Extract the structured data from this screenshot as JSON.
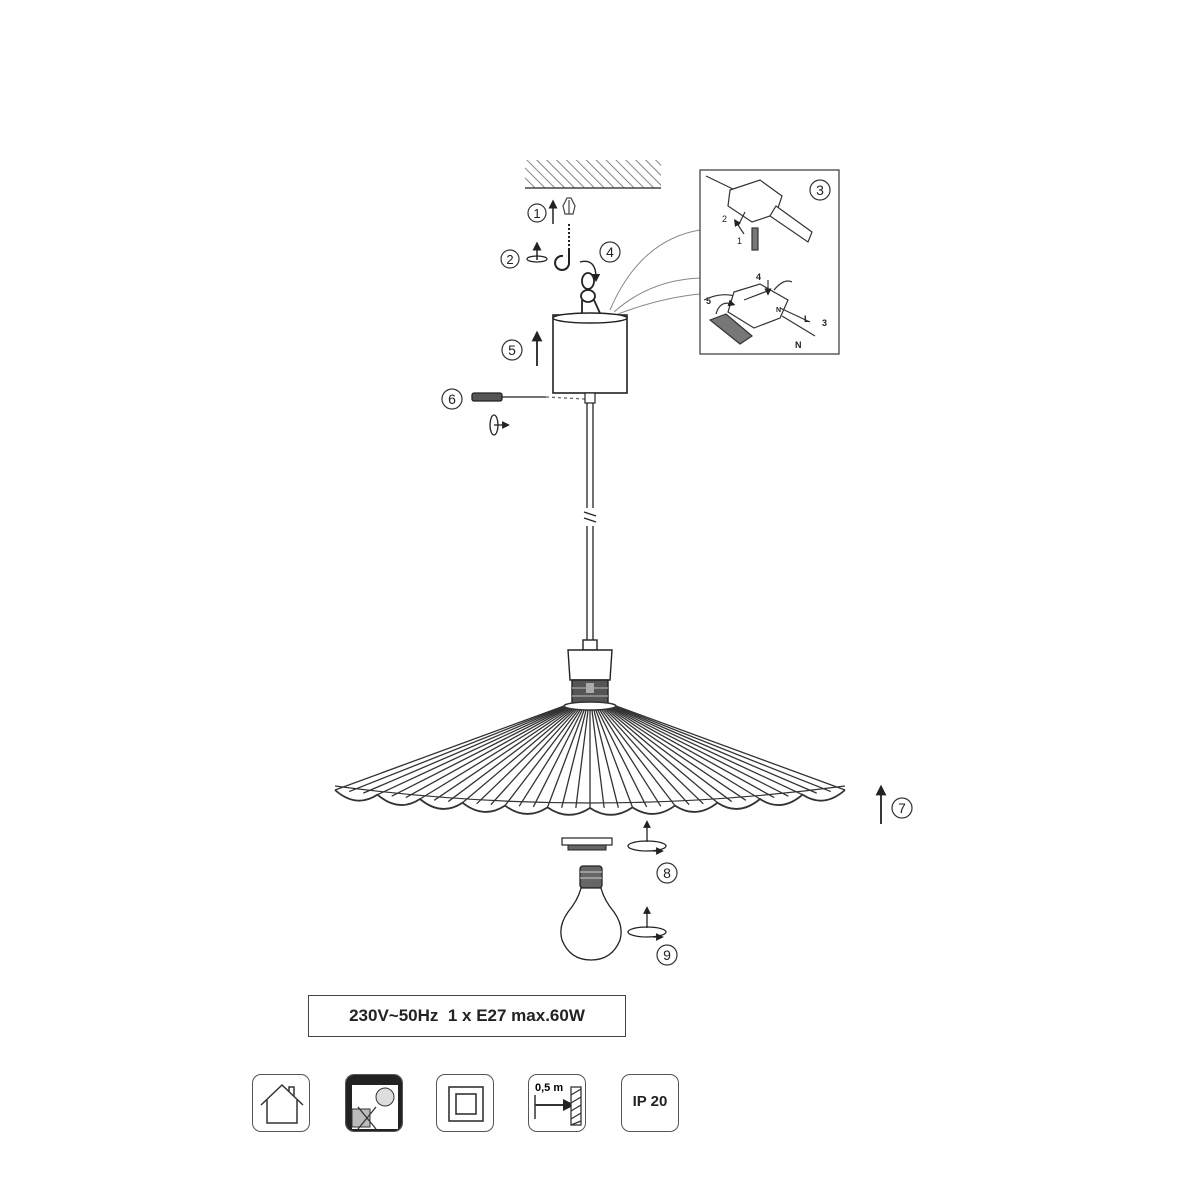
{
  "diagram": {
    "steps": [
      "1",
      "2",
      "3",
      "4",
      "5",
      "6",
      "7",
      "8",
      "9"
    ],
    "inset_numbers": [
      "2",
      "1",
      "4",
      "5",
      "3"
    ],
    "inset_letters": [
      "L",
      "N",
      "N"
    ]
  },
  "spec": {
    "label": "230V~50Hz  1 x E27 max.60W"
  },
  "icons": [
    {
      "name": "indoor-use-icon"
    },
    {
      "name": "no-insulating-ceiling-icon"
    },
    {
      "name": "double-insulation-class-2-icon"
    },
    {
      "name": "min-distance-icon",
      "label": "0,5 m"
    },
    {
      "name": "ip-rating-icon",
      "label": "IP 20"
    }
  ]
}
